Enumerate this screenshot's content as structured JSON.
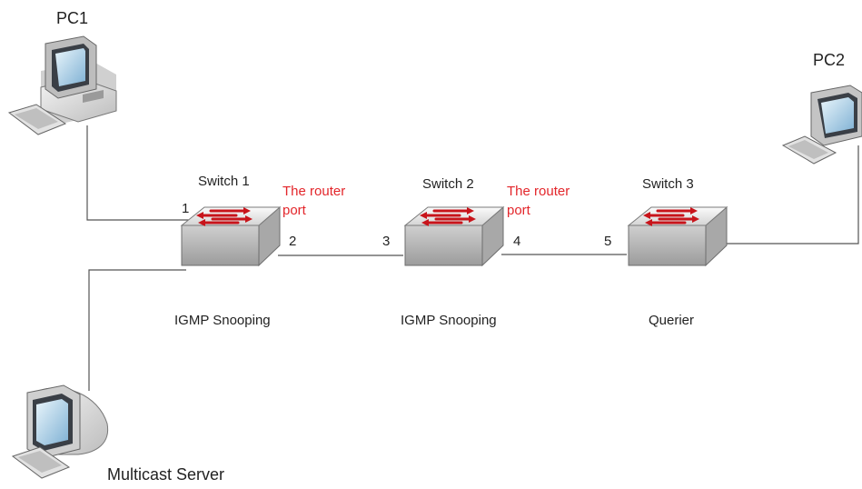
{
  "devices": {
    "pc1": {
      "label": "PC1"
    },
    "pc2": {
      "label": "PC2"
    },
    "server": {
      "label": "Multicast Server"
    },
    "switch1": {
      "label": "Switch 1",
      "role": "IGMP Snooping"
    },
    "switch2": {
      "label": "Switch 2",
      "role": "IGMP Snooping"
    },
    "switch3": {
      "label": "Switch 3",
      "role": "Querier"
    }
  },
  "ports": {
    "p1": "1",
    "p2": "2",
    "p3": "3",
    "p4": "4",
    "p5": "5"
  },
  "annotations": {
    "router_port_1": {
      "line1": "The router",
      "line2": "port"
    },
    "router_port_2": {
      "line1": "The router",
      "line2": "port"
    }
  },
  "colors": {
    "annotation": "#e3262b",
    "switch_arrow": "#c8141b",
    "link": "#555555"
  },
  "icons": {
    "pc": "computer-icon",
    "server": "crt-monitor-icon",
    "switch": "network-switch-icon"
  }
}
